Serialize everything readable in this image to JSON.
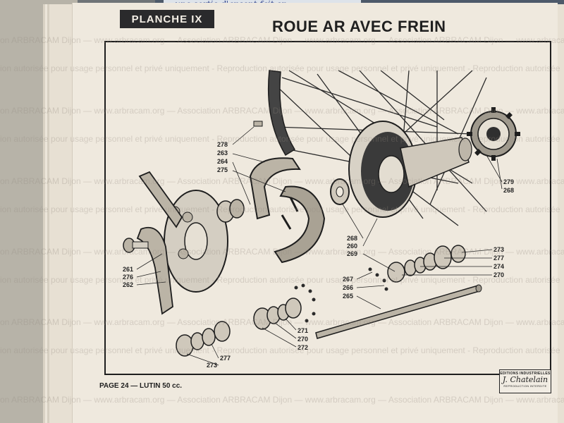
{
  "top_note": "une sortie d'argent fait en",
  "plate": {
    "label": "PLANCHE IX",
    "title": "ROUE AR AVEC FREIN"
  },
  "callouts": {
    "c1": "278",
    "c2": "263",
    "c3": "264",
    "c4": "275",
    "c5": "279",
    "c6": "268",
    "c7": "268",
    "c8": "260",
    "c9": "269",
    "c10": "273",
    "c11": "277",
    "c12": "274",
    "c13": "270",
    "c14": "261",
    "c15": "276",
    "c16": "262",
    "c17": "267",
    "c18": "266",
    "c19": "265",
    "c20": "271",
    "c21": "270",
    "c22": "272",
    "c23": "277",
    "c24": "273"
  },
  "footer": {
    "page_info": "PAGE 24 — LUTIN 50 cc."
  },
  "publisher": {
    "line1": "EDITIONS INDUSTRIELLES",
    "name": "J. Chatelain",
    "line2": "REPRODUCTION INTERDITE"
  },
  "watermark": {
    "line_a": "on ARBRACAM Dijon — www.arbracam.org — Association ARBRACAM Dijon — www.arbracam.org — Association ARBRACAM Dijon — www.arbracam.org",
    "line_b": "ion autorisée pour usage personnel et privé uniquement - Reproduction autorisée pour usage personnel et privé uniquement - Reproduction autorisée"
  },
  "colors": {
    "paper": "#efe9de",
    "ink": "#1e1e1e",
    "header_bg": "#2a2a2c"
  }
}
